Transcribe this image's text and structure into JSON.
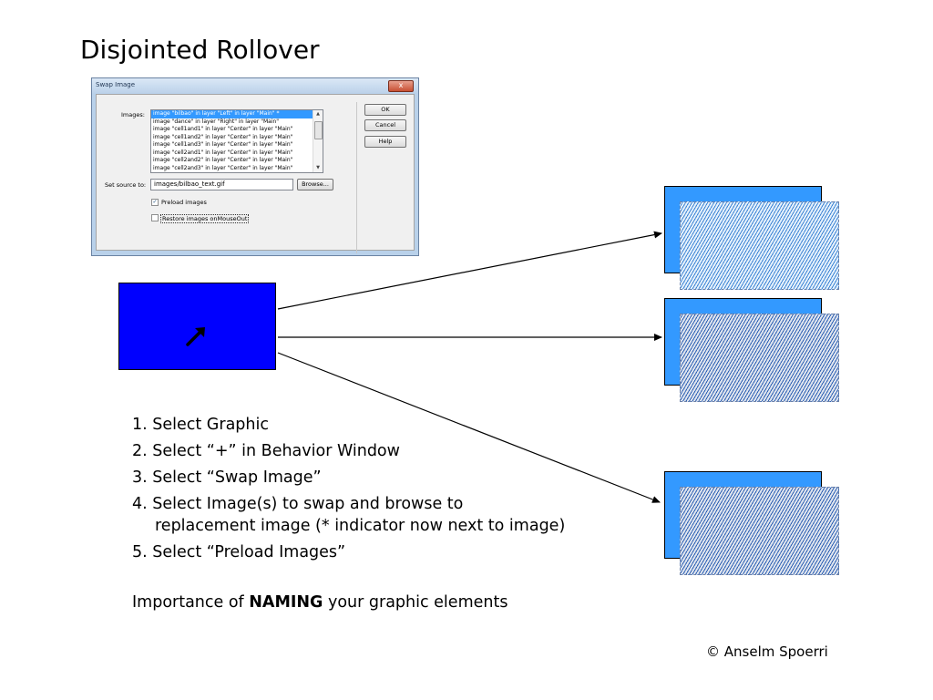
{
  "slide": {
    "title": "Disjointed Rollover",
    "copyright": "© Anselm Spoerri"
  },
  "dialog": {
    "title": "Swap Image",
    "close_glyph": "x",
    "images_label": "Images:",
    "images": [
      "image \"bilbao\" in layer \"Left\" in layer \"Main\" *",
      "image \"dance\" in layer \"Right\" in layer \"Main\"",
      "image \"cell1and1\" in layer \"Center\" in layer \"Main\"",
      "image \"cell1and2\" in layer \"Center\" in layer \"Main\"",
      "image \"cell1and3\" in layer \"Center\" in layer \"Main\"",
      "image \"cell2and1\" in layer \"Center\" in layer \"Main\"",
      "image \"cell2and2\" in layer \"Center\" in layer \"Main\"",
      "image \"cell2and3\" in layer \"Center\" in layer \"Main\""
    ],
    "selected_image_index": 0,
    "set_source_label": "Set source to:",
    "source_value": "images/bilbao_text.gif",
    "browse_label": "Browse...",
    "ok_label": "OK",
    "cancel_label": "Cancel",
    "help_label": "Help",
    "preload_label": "Preload images",
    "preload_checked": true,
    "restore_label": "Restore images onMouseOut",
    "restore_checked": false
  },
  "graphics": {
    "source_color": "#0000ff",
    "target_back_color": "#3399ff",
    "pointer_icon": "arrow-cursor-icon"
  },
  "instructions": {
    "step1": "1. Select Graphic",
    "step2": "2. Select “+” in Behavior Window",
    "step3": "3. Select “Swap Image”",
    "step4_line1": "4. Select Image(s) to swap and browse to",
    "step4_line2": "replacement image (* indicator now next to image)",
    "step5": "5. Select “Preload Images”",
    "naming_prefix": "Importance of ",
    "naming_bold": "NAMING",
    "naming_suffix": " your graphic elements"
  }
}
